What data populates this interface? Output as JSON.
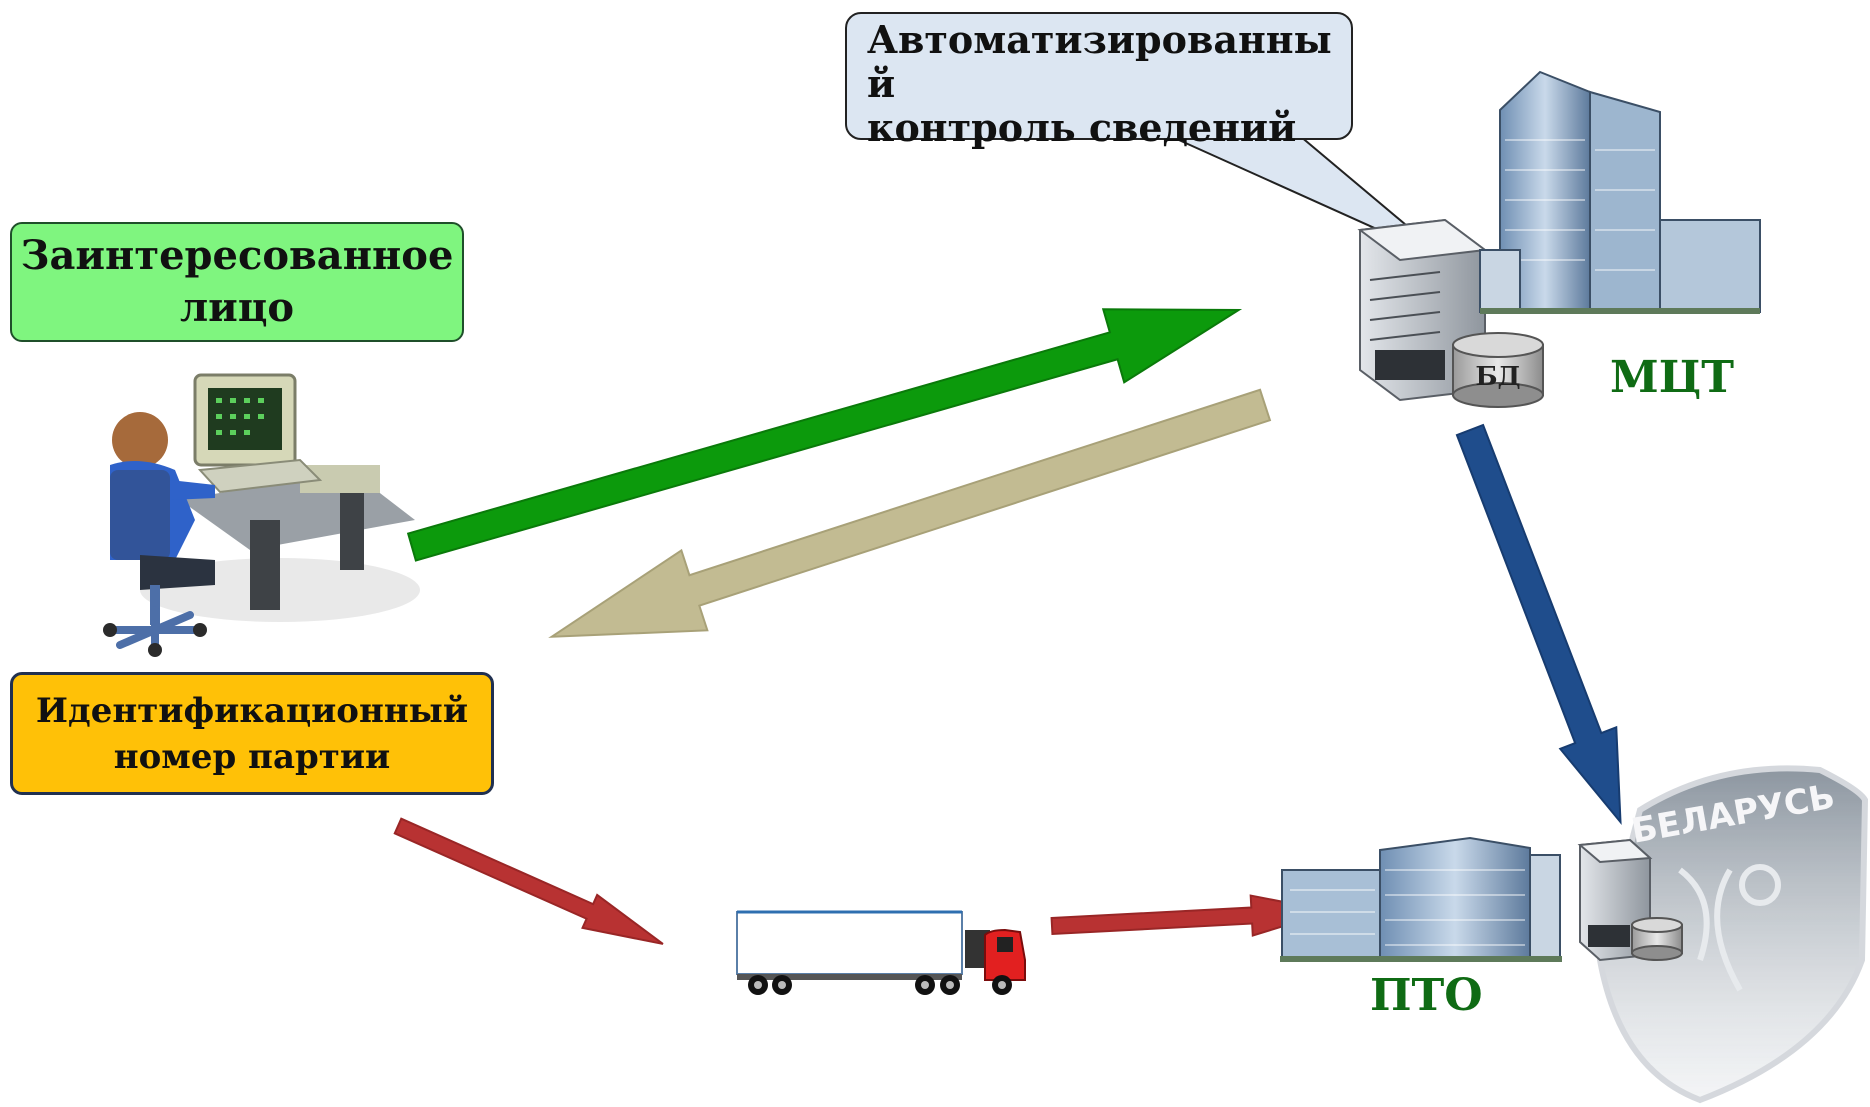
{
  "boxes": {
    "interested_party": "Заинтересованное лицо",
    "id_number": "Идентификационный номер партии",
    "callout": "Автоматизированны\nй\n контроль сведений"
  },
  "labels": {
    "mct": "МЦТ",
    "pto": "ПТО",
    "db": "БД",
    "emblem_text": "БЕЛАРУСЬ"
  },
  "colors": {
    "arrow_request": "#0c9a0c",
    "arrow_response": "#c2bb92",
    "arrow_mct_pto": "#1f4d8c",
    "arrow_truck": "#b83232",
    "box_interested": "#7ff57f",
    "box_id": "#ffc107",
    "callout": "#dce6f2",
    "label_green": "#0f6b14"
  },
  "icons": [
    "person-at-computer-icon",
    "server-icon",
    "database-icon",
    "office-building-icon",
    "truck-icon",
    "customs-emblem-icon"
  ]
}
